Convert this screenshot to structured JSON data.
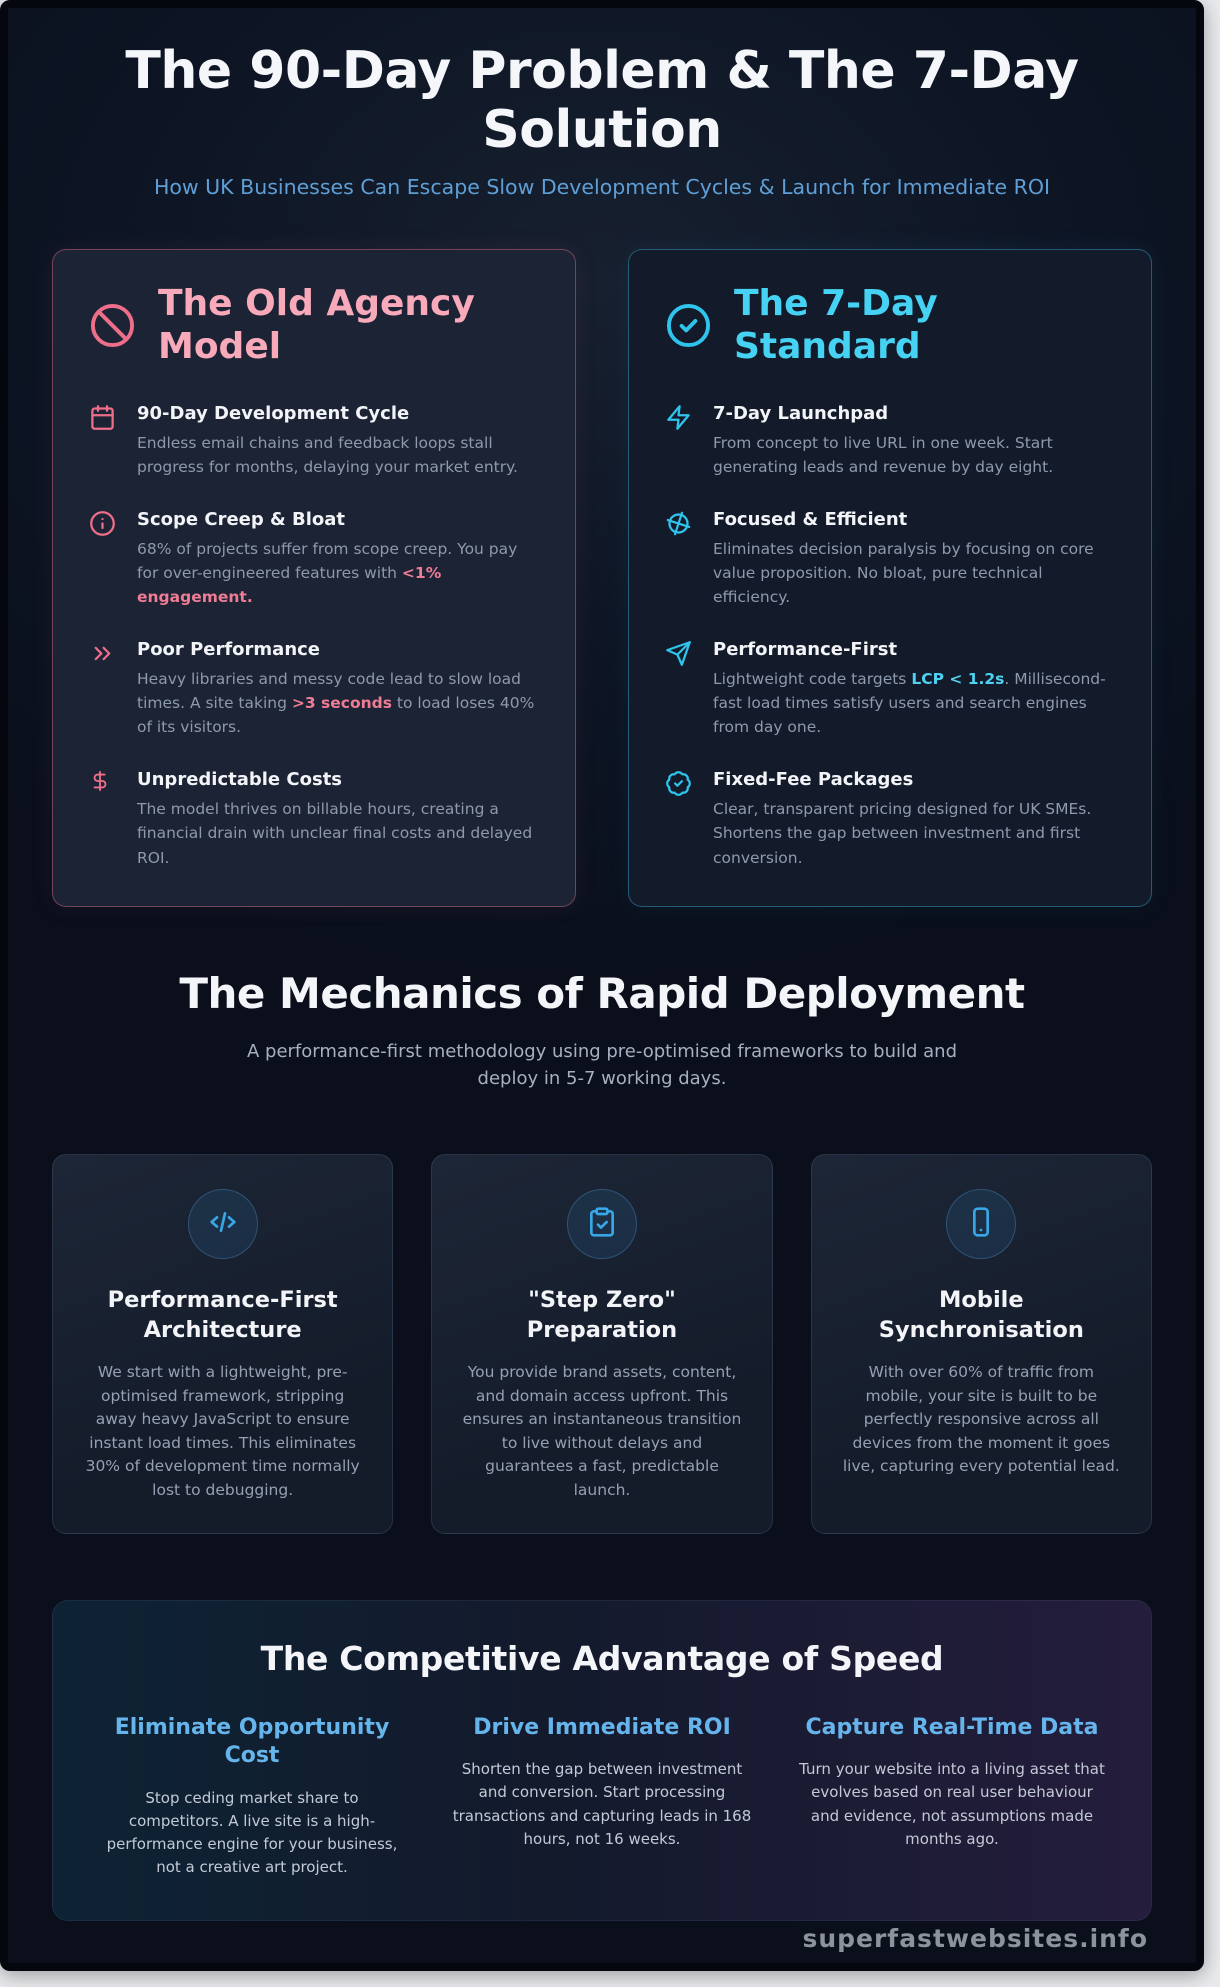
{
  "colors": {
    "accent_pink": "#ef6f8b",
    "pink_title": "#f8a9ba",
    "accent_cyan": "#2fc4ec",
    "cyan_title": "#46d3f3",
    "subtitle_blue": "#5f9fd6",
    "band_heading_blue": "#66b4ec",
    "page_bg": "#0d1524"
  },
  "header": {
    "title": "The 90-Day Problem & The 7-Day Solution",
    "subtitle": "How UK Businesses Can Escape Slow Development Cycles & Launch for Immediate ROI"
  },
  "comparison": {
    "old": {
      "icon": "ban-icon",
      "title": "The Old Agency Model",
      "items": [
        {
          "icon": "calendar-icon",
          "title": "90-Day Development Cycle",
          "d1": "Endless email chains and feedback loops stall progress for months, delaying your market entry.",
          "hl": "",
          "d2": ""
        },
        {
          "icon": "info-icon",
          "title": "Scope Creep & Bloat",
          "d1": "68% of projects suffer from scope creep. You pay for over-engineered features with ",
          "hl": "<1% engagement.",
          "d2": ""
        },
        {
          "icon": "chevrons-right-icon",
          "title": "Poor Performance",
          "d1": "Heavy libraries and messy code lead to slow load times. A site taking ",
          "hl": ">3 seconds",
          "d2": " to load loses 40% of its visitors."
        },
        {
          "icon": "dollar-icon",
          "title": "Unpredictable Costs",
          "d1": "The model thrives on billable hours, creating a financial drain with unclear final costs and delayed ROI.",
          "hl": "",
          "d2": ""
        }
      ]
    },
    "new": {
      "icon": "check-circle-icon",
      "title": "The 7-Day Standard",
      "items": [
        {
          "icon": "zap-icon",
          "title": "7-Day Launchpad",
          "d1": "From concept to live URL in one week. Start generating leads and revenue by day eight.",
          "hl": "",
          "d2": ""
        },
        {
          "icon": "focus-circle-icon",
          "title": "Focused & Efficient",
          "d1": "Eliminates decision paralysis by focusing on core value proposition. No bloat, pure technical efficiency.",
          "hl": "",
          "d2": ""
        },
        {
          "icon": "send-icon",
          "title": "Performance-First",
          "d1": "Lightweight code targets ",
          "hl": "LCP < 1.2s",
          "d2": ". Millisecond-fast load times satisfy users and search engines from day one."
        },
        {
          "icon": "badge-check-icon",
          "title": "Fixed-Fee Packages",
          "d1": "Clear, transparent pricing designed for UK SMEs. Shortens the gap between investment and first conversion.",
          "hl": "",
          "d2": ""
        }
      ]
    }
  },
  "mechanics": {
    "title": "The Mechanics of Rapid Deployment",
    "subtitle": "A performance-first methodology using pre-optimised frameworks to build and deploy in 5-7 working days.",
    "cards": [
      {
        "icon": "code-icon",
        "title": "Performance-First Architecture",
        "desc": "We start with a lightweight, pre-optimised framework, stripping away heavy JavaScript to ensure instant load times. This eliminates 30% of development time normally lost to debugging."
      },
      {
        "icon": "clipboard-check-icon",
        "title": "\"Step Zero\" Preparation",
        "desc": "You provide brand assets, content, and domain access upfront. This ensures an instantaneous transition to live without delays and guarantees a fast, predictable launch."
      },
      {
        "icon": "smartphone-icon",
        "title": "Mobile Synchronisation",
        "desc": "With over 60% of traffic from mobile, your site is built to be perfectly responsive across all devices from the moment it goes live, capturing every potential lead."
      }
    ]
  },
  "advantage": {
    "title": "The Competitive Advantage of Speed",
    "columns": [
      {
        "title": "Eliminate Opportunity Cost",
        "desc": "Stop ceding market share to competitors. A live site is a high-performance engine for your business, not a creative art project."
      },
      {
        "title": "Drive Immediate ROI",
        "desc": "Shorten the gap between investment and conversion. Start processing transactions and capturing leads in 168 hours, not 16 weeks."
      },
      {
        "title": "Capture Real-Time Data",
        "desc": "Turn your website into a living asset that evolves based on real user behaviour and evidence, not assumptions made months ago."
      }
    ]
  },
  "footer": {
    "site": "superfastwebsites.info"
  }
}
